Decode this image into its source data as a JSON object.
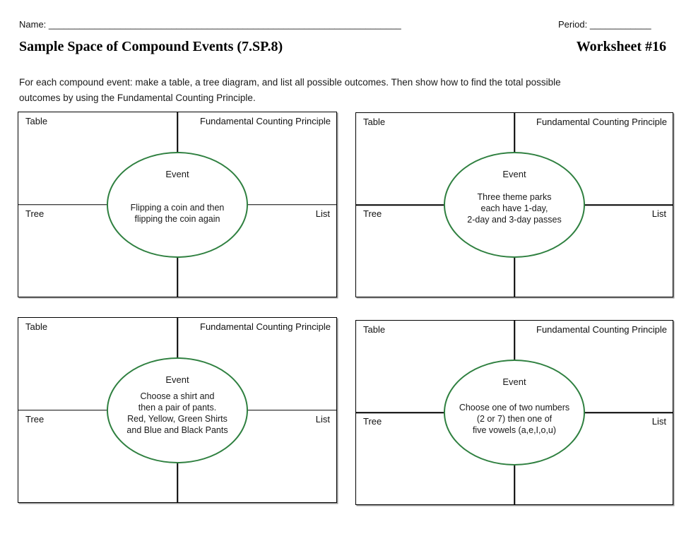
{
  "header": {
    "name_label": "Name:",
    "name_line": "_____________________________________________________________________",
    "period_label": "Period:",
    "period_line": "____________",
    "title": "Sample Space of Compound Events (7.SP.8)",
    "worksheet_number": "Worksheet #16"
  },
  "instructions": "For each compound event: make a table, a tree diagram, and list all possible outcomes. Then show how to find the total possible\noutcomes by using the Fundamental Counting Principle.",
  "ellipse_border_color": "#2f8040",
  "boxes": [
    {
      "labels": {
        "table": "Table",
        "fcp": "Fundamental Counting Principle",
        "tree": "Tree",
        "list": "List"
      },
      "event_heading": "Event",
      "event_description": "Flipping a coin and then\nflipping the coin again"
    },
    {
      "labels": {
        "table": "Table",
        "fcp": "Fundamental Counting Principle",
        "tree": "Tree",
        "list": "List"
      },
      "event_heading": "Event",
      "event_description": "Three theme parks\neach have 1-day,\n2-day and 3-day passes"
    },
    {
      "labels": {
        "table": "Table",
        "fcp": "Fundamental Counting Principle",
        "tree": "Tree",
        "list": "List"
      },
      "event_heading": "Event",
      "event_description": "Choose a shirt and\nthen a pair of pants.\nRed, Yellow, Green Shirts\nand Blue and Black Pants"
    },
    {
      "labels": {
        "table": "Table",
        "fcp": "Fundamental Counting Principle",
        "tree": "Tree",
        "list": "List"
      },
      "event_heading": "Event",
      "event_description": "Choose one of two numbers\n(2 or 7) then one of\nfive vowels (a,e,I,o,u)"
    }
  ]
}
